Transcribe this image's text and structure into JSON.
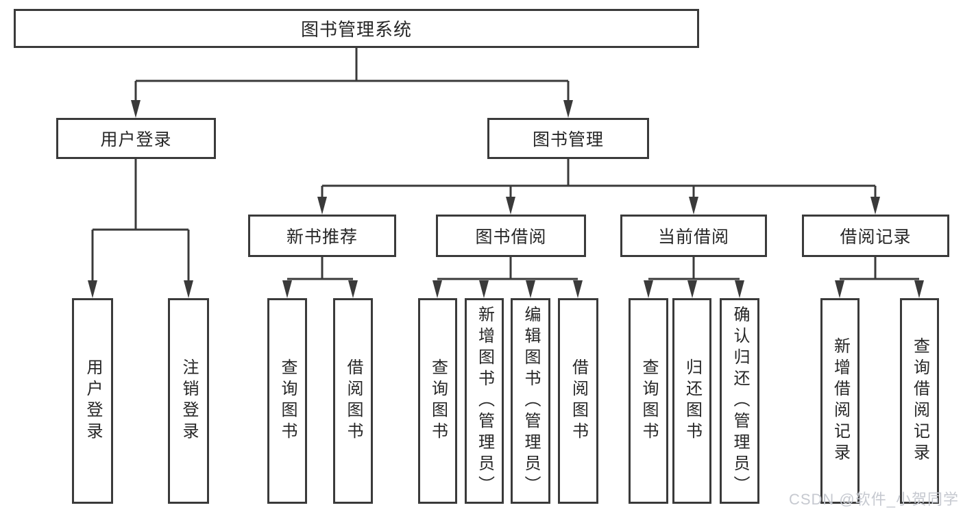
{
  "root": {
    "label": "图书管理系统"
  },
  "branches": [
    {
      "label": "用户登录",
      "children": [
        {
          "label": "用户登录"
        },
        {
          "label": "注销登录"
        }
      ]
    },
    {
      "label": "图书管理",
      "sections": [
        {
          "label": "新书推荐",
          "children": [
            {
              "label": "查询图书"
            },
            {
              "label": "借阅图书"
            }
          ]
        },
        {
          "label": "图书借阅",
          "children": [
            {
              "label": "查询图书"
            },
            {
              "label": "新增图书（管理员）"
            },
            {
              "label": "编辑图书（管理员）"
            },
            {
              "label": "借阅图书"
            }
          ]
        },
        {
          "label": "当前借阅",
          "children": [
            {
              "label": "查询图书"
            },
            {
              "label": "归还图书"
            },
            {
              "label": "确认归还（管理员）"
            }
          ]
        },
        {
          "label": "借阅记录",
          "children": [
            {
              "label": "新增借阅记录"
            },
            {
              "label": "查询借阅记录"
            }
          ]
        }
      ]
    }
  ],
  "watermark": {
    "text": "CSDN @软件_小贺同学"
  },
  "colors": {
    "line": "#3a3a3a",
    "text": "#262626",
    "watermark": "#c6c9d0",
    "background": "#ffffff"
  }
}
